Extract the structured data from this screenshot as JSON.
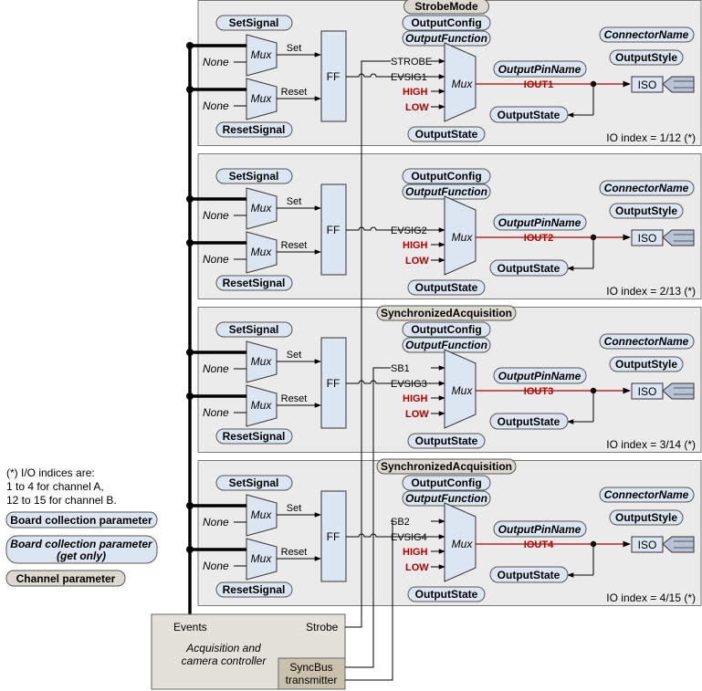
{
  "panels": [
    {
      "channel_param": "StrobeMode",
      "output_config": "OutputConfig",
      "output_function": "OutputFunction",
      "set_signal": "SetSignal",
      "reset_signal": "ResetSignal",
      "mux": "Mux",
      "none": "None",
      "set": "Set",
      "reset": "Reset",
      "ff": "FF",
      "inputs": [
        "STROBE",
        "EVSIG1"
      ],
      "high": "HIGH",
      "low": "LOW",
      "output_pin_name": "OutputPinName",
      "iout": "IOUT1",
      "output_state": "OutputState",
      "connector_name": "ConnectorName",
      "output_style": "OutputStyle",
      "iso": "ISO",
      "io_index": "IO index = 1/12 (*)"
    },
    {
      "channel_param": "",
      "output_config": "OutputConfig",
      "output_function": "OutputFunction",
      "set_signal": "SetSignal",
      "reset_signal": "ResetSignal",
      "mux": "Mux",
      "none": "None",
      "set": "Set",
      "reset": "Reset",
      "ff": "FF",
      "inputs": [
        "",
        "EVSIG2"
      ],
      "high": "HIGH",
      "low": "LOW",
      "output_pin_name": "OutputPinName",
      "iout": "IOUT2",
      "output_state": "OutputState",
      "connector_name": "ConnectorName",
      "output_style": "OutputStyle",
      "iso": "ISO",
      "io_index": "IO index = 2/13 (*)"
    },
    {
      "channel_param": "SynchronizedAcquisition",
      "output_config": "OutputConfig",
      "output_function": "OutputFunction",
      "set_signal": "SetSignal",
      "reset_signal": "ResetSignal",
      "mux": "Mux",
      "none": "None",
      "set": "Set",
      "reset": "Reset",
      "ff": "FF",
      "inputs": [
        "SB1",
        "EVSIG3"
      ],
      "high": "HIGH",
      "low": "LOW",
      "output_pin_name": "OutputPinName",
      "iout": "IOUT3",
      "output_state": "OutputState",
      "connector_name": "ConnectorName",
      "output_style": "OutputStyle",
      "iso": "ISO",
      "io_index": "IO index = 3/14 (*)"
    },
    {
      "channel_param": "SynchronizedAcquisition",
      "output_config": "OutputConfig",
      "output_function": "OutputFunction",
      "set_signal": "SetSignal",
      "reset_signal": "ResetSignal",
      "mux": "Mux",
      "none": "None",
      "set": "Set",
      "reset": "Reset",
      "ff": "FF",
      "inputs": [
        "SB2",
        "EVSIG4"
      ],
      "high": "HIGH",
      "low": "LOW",
      "output_pin_name": "OutputPinName",
      "iout": "IOUT4",
      "output_state": "OutputState",
      "connector_name": "ConnectorName",
      "output_style": "OutputStyle",
      "iso": "ISO",
      "io_index": "IO index = 4/15 (*)"
    }
  ],
  "legend": {
    "note_lines": [
      "(*) I/O indices are:",
      "1 to 4 for channel A,",
      "12 to 15 for channel B."
    ],
    "board_param": "Board collection parameter",
    "board_param_get_only_1": "Board collection parameter",
    "board_param_get_only_2": "(get only)",
    "channel_param": "Channel parameter"
  },
  "controller": {
    "events": "Events",
    "strobe": "Strobe",
    "title_1": "Acquisition and",
    "title_2": "camera controller",
    "syncbus_1": "SyncBus",
    "syncbus_2": "transmitter"
  },
  "colors": {
    "panel_bg": "#ebebeb",
    "board_param_fill": "#dce6f2",
    "channel_param_fill": "#ddd9d0",
    "signal_red": "#b20000"
  }
}
